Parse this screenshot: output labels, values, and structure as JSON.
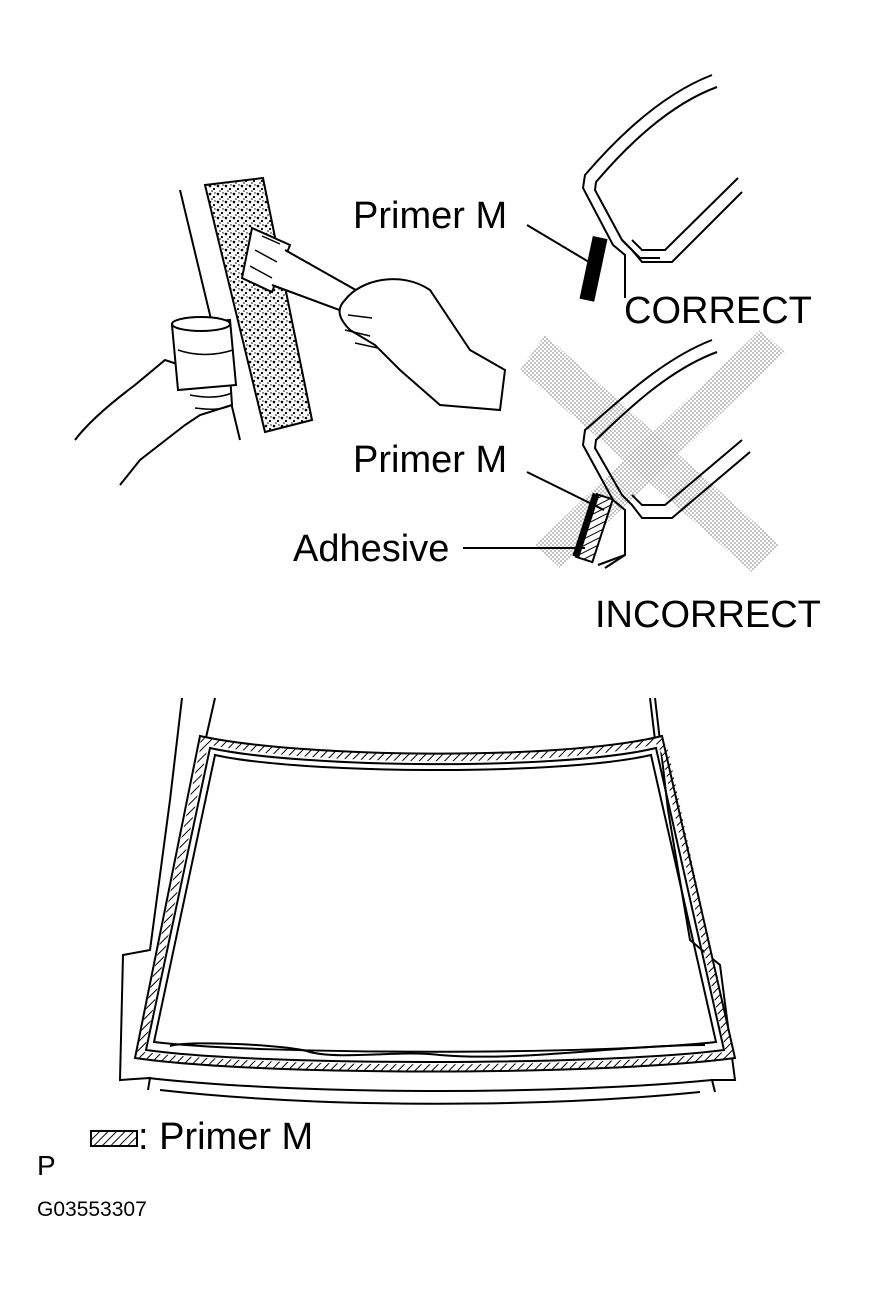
{
  "labels": {
    "primer_correct": "Primer M",
    "correct": "CORRECT",
    "primer_incorrect": "Primer M",
    "adhesive": "Adhesive",
    "incorrect": "INCORRECT",
    "legend_text": ": Primer M",
    "page_letter": "P",
    "figure_code": "G03553307"
  },
  "colors": {
    "ink": "#000000",
    "cross": "#9a9a9a"
  }
}
